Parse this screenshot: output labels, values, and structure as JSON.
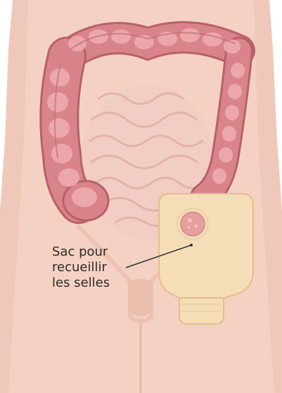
{
  "annotation": {
    "lines": [
      "Sac pour",
      "recueillir",
      "les selles"
    ]
  },
  "colors": {
    "skin": "#f4d1c2",
    "skin_shadow": "#e9b8a8",
    "colon": "#d9848a",
    "colon_light": "#f0aeb0",
    "colon_outline": "#b8606a",
    "small_intestine": "#f2cdc3",
    "pouch": "#f5ddb8",
    "pouch_outline": "#e2bd8e",
    "stoma": "#e79e9e",
    "pointer_line": "#333333"
  },
  "icons": {
    "abdomen": "torso-figure",
    "organ": "large-intestine-colon",
    "device": "ostomy-pouch"
  }
}
